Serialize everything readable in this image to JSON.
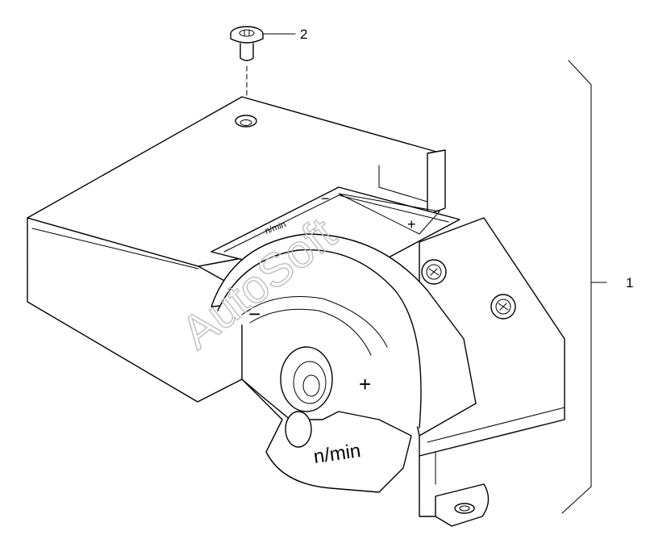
{
  "callouts": [
    {
      "id": "1",
      "label": "1"
    },
    {
      "id": "2",
      "label": "2"
    }
  ],
  "part_markings": {
    "knob_unit": "n/min",
    "dial_plus": "+",
    "dial_minus": "−",
    "plate_text": "n/min",
    "plate_plus": "+",
    "plate_minus": "−"
  },
  "watermark": "AutoSoft",
  "colors": {
    "line": "#000000",
    "watermark": "#bdbdbd",
    "background": "#ffffff"
  }
}
